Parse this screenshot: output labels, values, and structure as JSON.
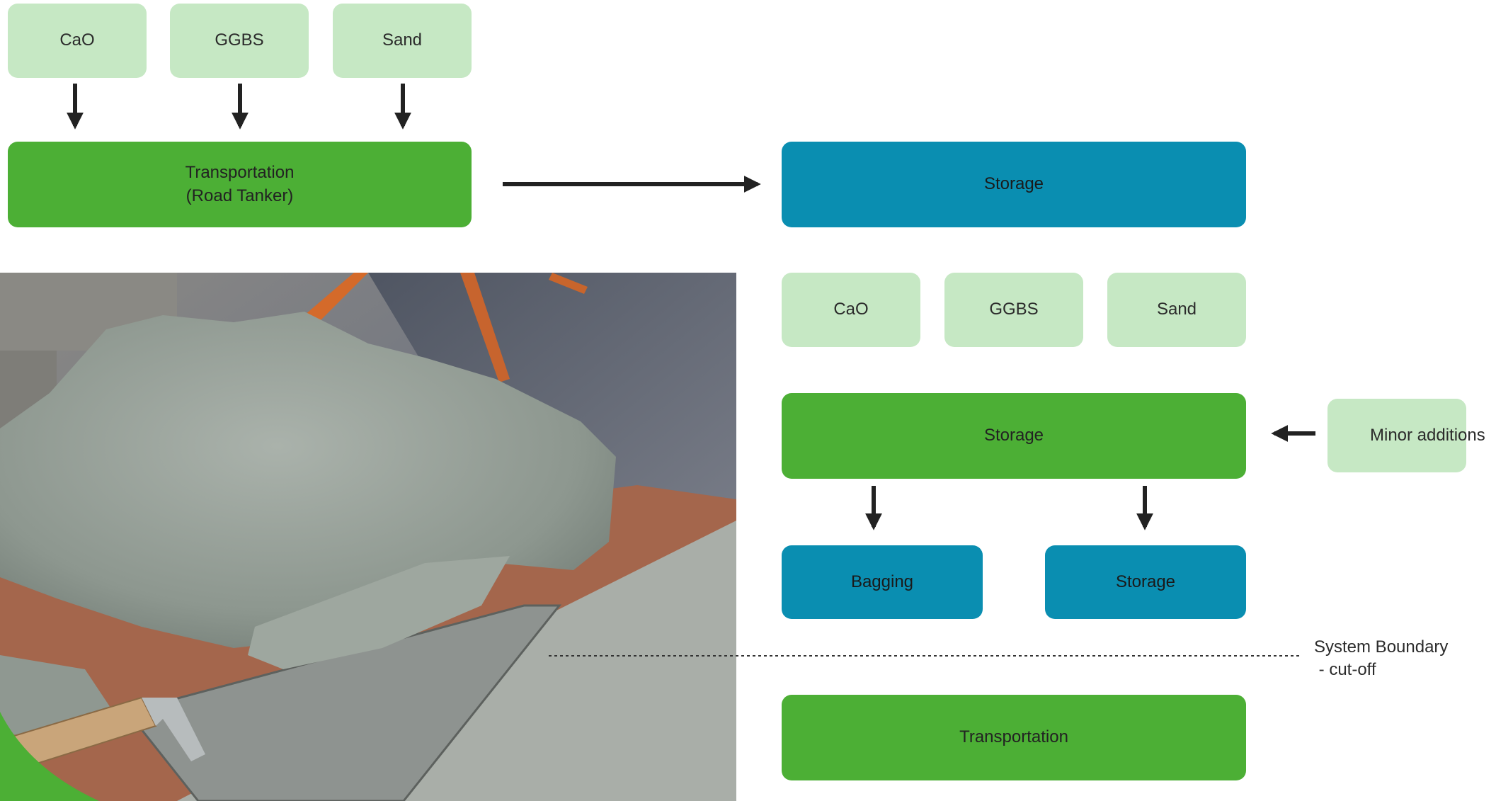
{
  "top_inputs": [
    "CaO",
    "GGBS",
    "Sand"
  ],
  "transport_top": {
    "line1": "Transportation",
    "line2": "(Road Tanker)"
  },
  "storage_top": "Storage",
  "mid_inputs": [
    "CaO",
    "GGBS",
    "Sand"
  ],
  "storage_mix": "Storage",
  "minor_additions": "Minor additions",
  "bagging": "Bagging",
  "storage_final": "Storage",
  "boundary": {
    "line1": "System Boundary",
    "line2": " - cut-off"
  },
  "transport_bottom": "Transportation",
  "photo": {
    "subject": "mortar-on-trowel"
  },
  "colors": {
    "light_green": "#c6e8c4",
    "green": "#4caf35",
    "blue": "#0a8eb1",
    "arrow": "#222222"
  }
}
